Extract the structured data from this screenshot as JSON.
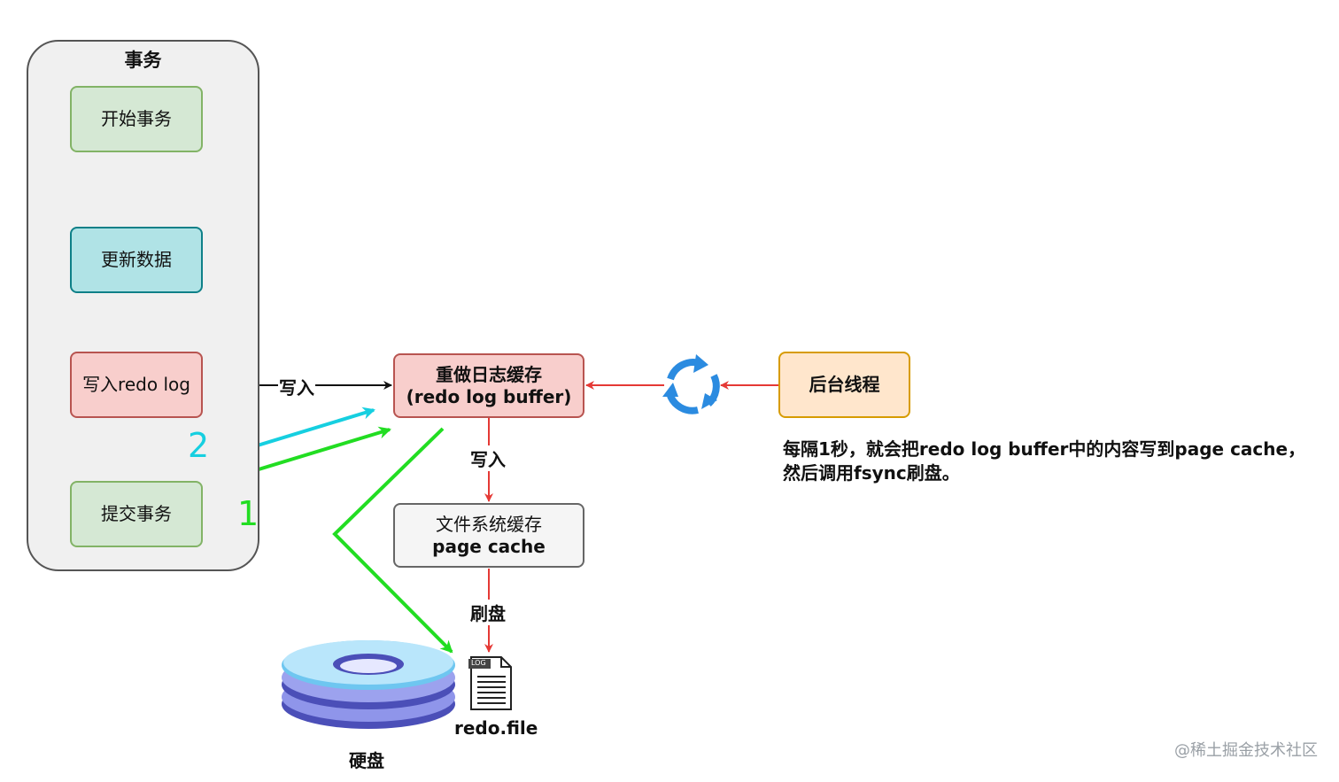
{
  "colors": {
    "green_fill": "#d5e8d4",
    "green_stroke": "#82b366",
    "cyan_fill": "#b0e3e6",
    "cyan_stroke": "#0e8088",
    "red_fill": "#f8cecc",
    "red_stroke": "#b85450",
    "gray_fill": "#f5f5f5",
    "gray_stroke": "#666666",
    "orange_fill": "#ffe6cc",
    "orange_stroke": "#d79b00",
    "red_arrow": "#e53935",
    "annotation_green": "#22dd22",
    "annotation_cyan": "#16cfe0"
  },
  "transaction": {
    "title": "事务",
    "steps": [
      "开始事务",
      "更新数据",
      "写入redo log",
      "提交事务"
    ]
  },
  "redo_buffer": {
    "line1": "重做日志缓存",
    "line2": "(redo log buffer)"
  },
  "page_cache": {
    "line1": "文件系统缓存",
    "line2": "page cache"
  },
  "background_thread": {
    "label": "后台线程",
    "icon": "cycle-arrows-icon"
  },
  "edges": {
    "write_in": "写入",
    "write_in_2": "写入",
    "flush": "刷盘"
  },
  "note": {
    "line1": "每隔1秒，就会把redo log buffer中的内容写到page cache，",
    "line2": "然后调用fsync刷盘。"
  },
  "annotations": {
    "num1": "1",
    "num2": "2"
  },
  "disk": {
    "label": "硬盘",
    "icon": "hard-disk-icon"
  },
  "redo_file": {
    "label": "redo.file",
    "icon": "log-file-icon",
    "badge": "LOG"
  },
  "watermark": "@稀土掘金技术社区"
}
